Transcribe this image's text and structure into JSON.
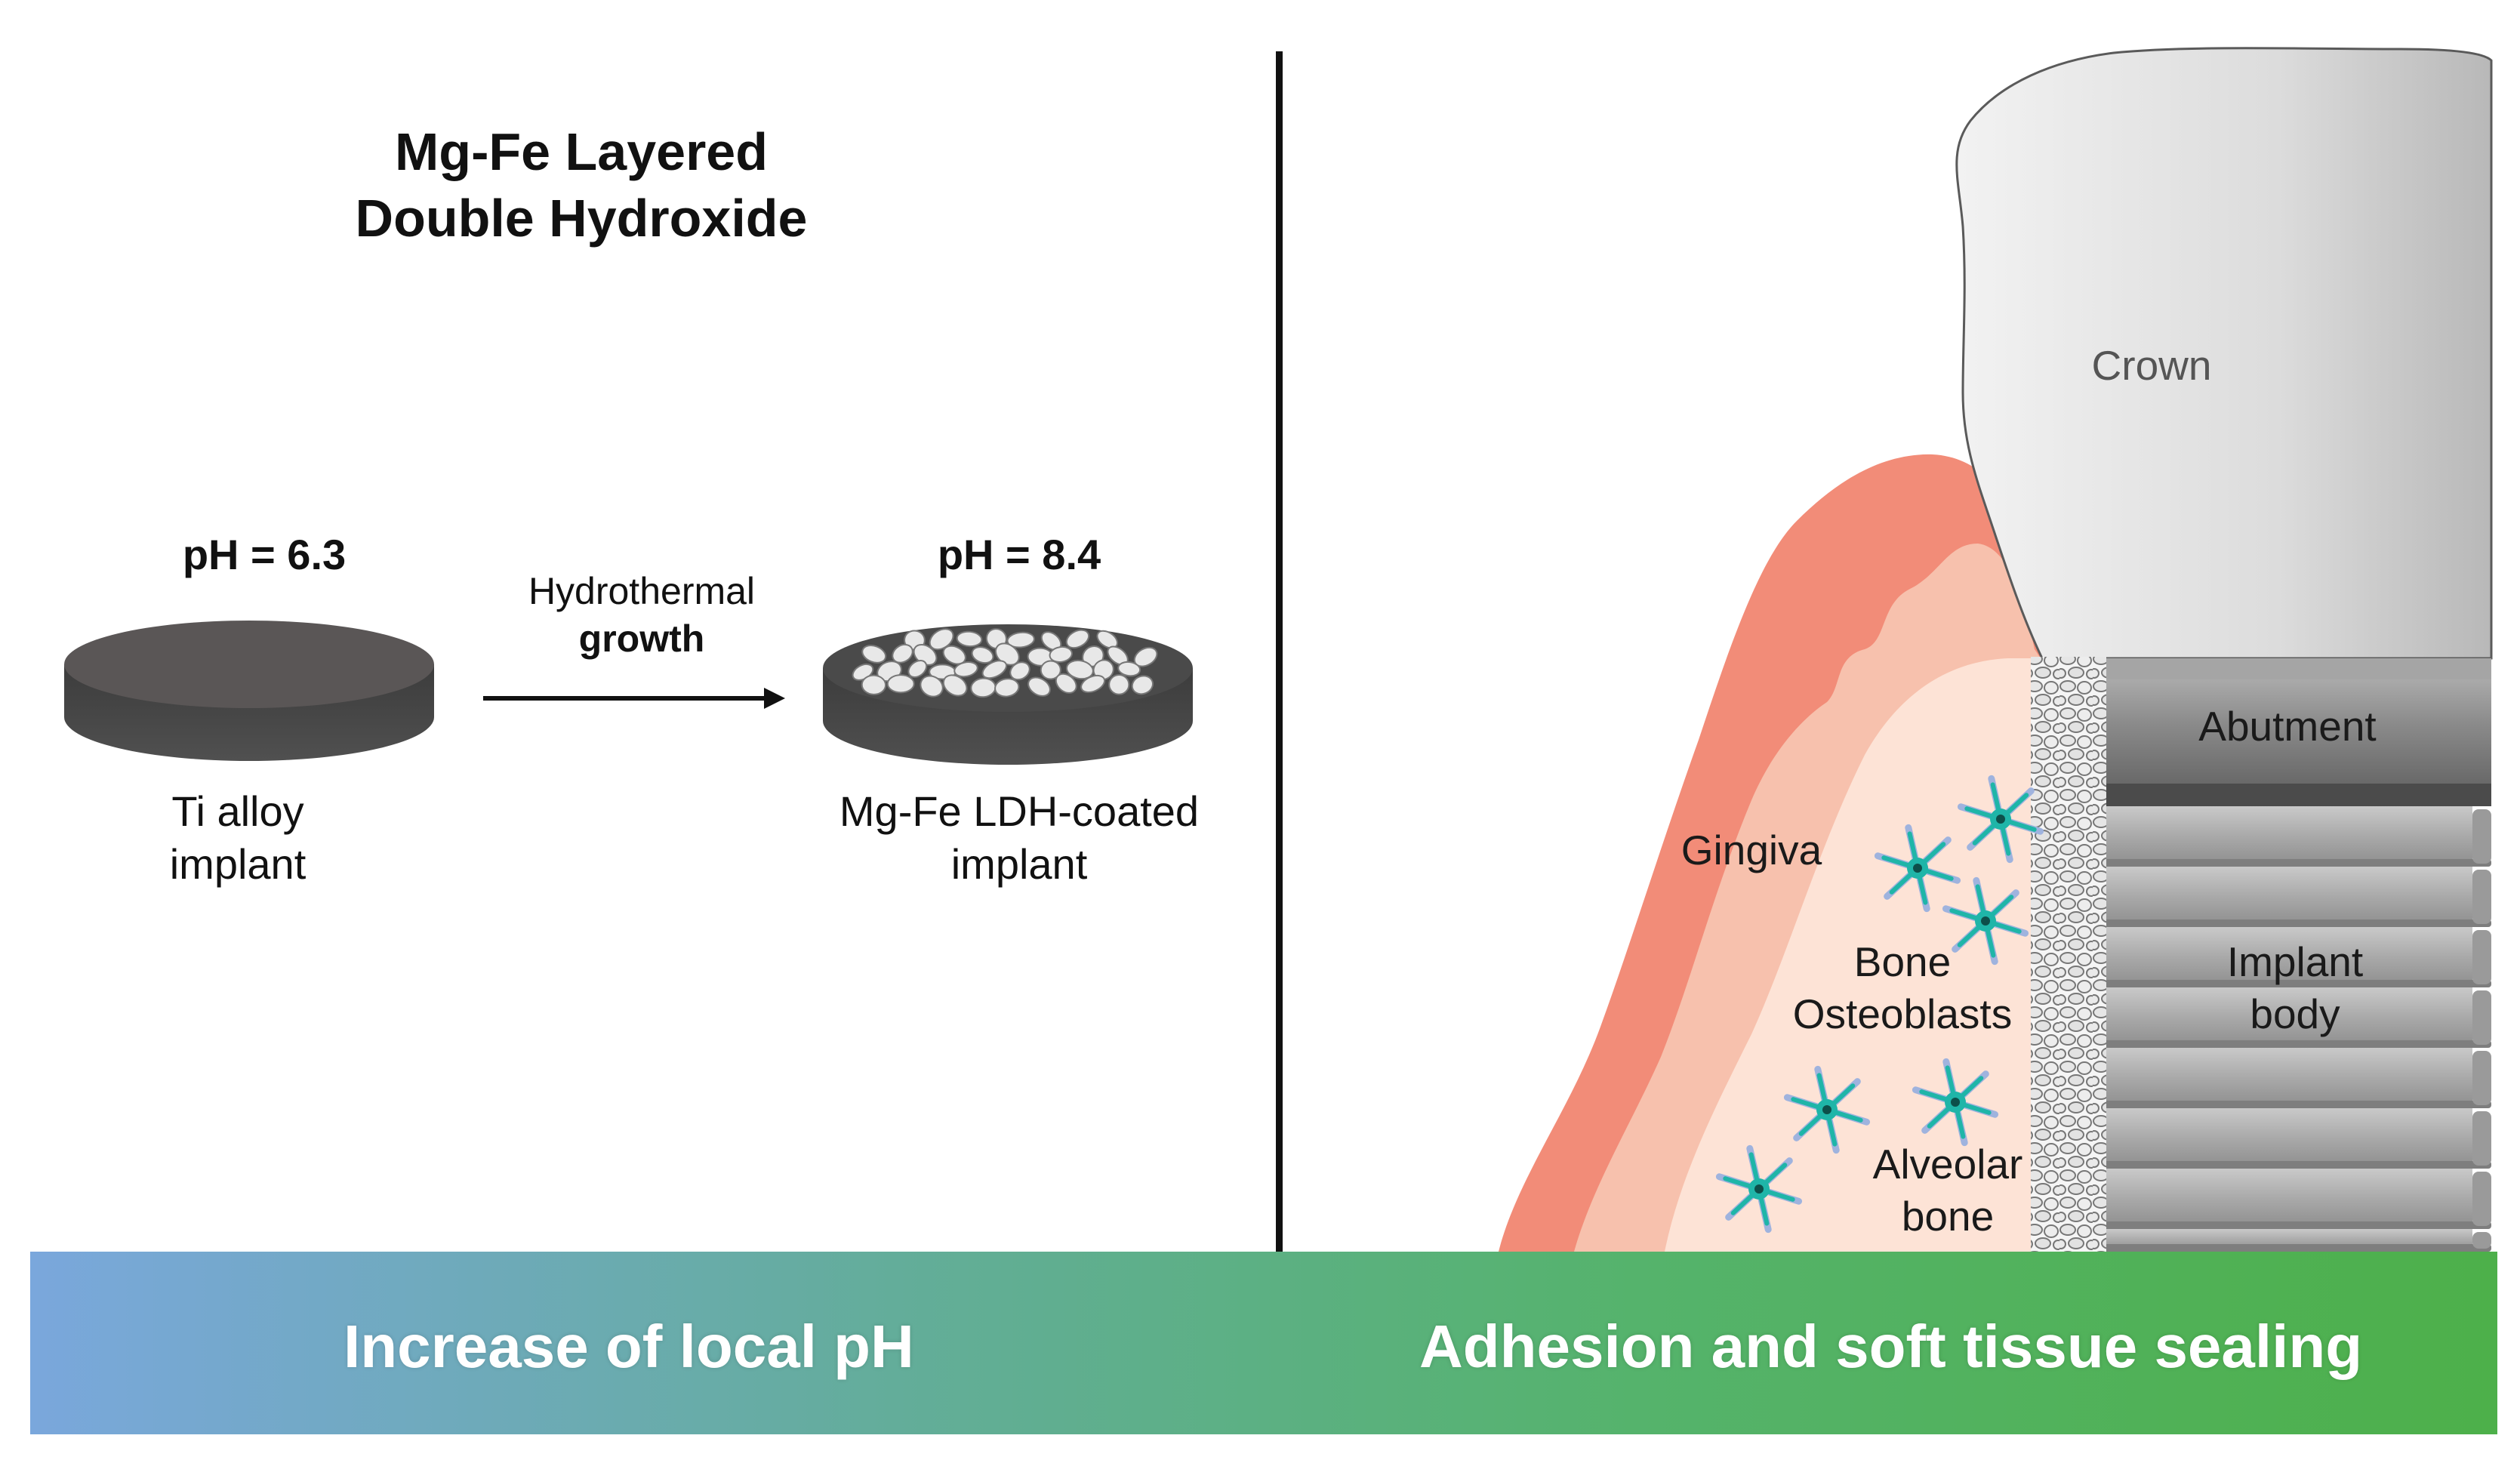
{
  "left_panel": {
    "title_line1": "Mg-Fe Layered",
    "title_line2": "Double Hydroxide",
    "ph_before": "pH = 6.3",
    "ph_after": "pH = 8.4",
    "process_line1": "Hydrothermal",
    "process_line2": "growth",
    "ti_label_line1": "Ti alloy",
    "ti_label_line2": "implant",
    "ldh_label_line1": "Mg-Fe LDH-coated",
    "ldh_label_line2": "implant"
  },
  "right_panel": {
    "crown": "Crown",
    "abutment": "Abutment",
    "gingiva": "Gingiva",
    "bone": "Bone",
    "osteoblasts": "Osteoblasts",
    "implant_line1": "Implant",
    "implant_line2": "body",
    "alveolar_line1": "Alveolar",
    "alveolar_line2": "bone"
  },
  "banner": {
    "left_text": "Increase of local pH",
    "right_text": "Adhesion and soft tissue sealing",
    "gradient_start": "#7aa7dc",
    "gradient_end": "#4db04a"
  },
  "colors": {
    "gingiva_outer": "#f28c78",
    "gingiva_inner": "#f7c1ad",
    "bone": "#fde3d6",
    "cell": "#1fb5a8",
    "cell_arm": "#9fb3de",
    "disk": "#4a4a4a"
  }
}
